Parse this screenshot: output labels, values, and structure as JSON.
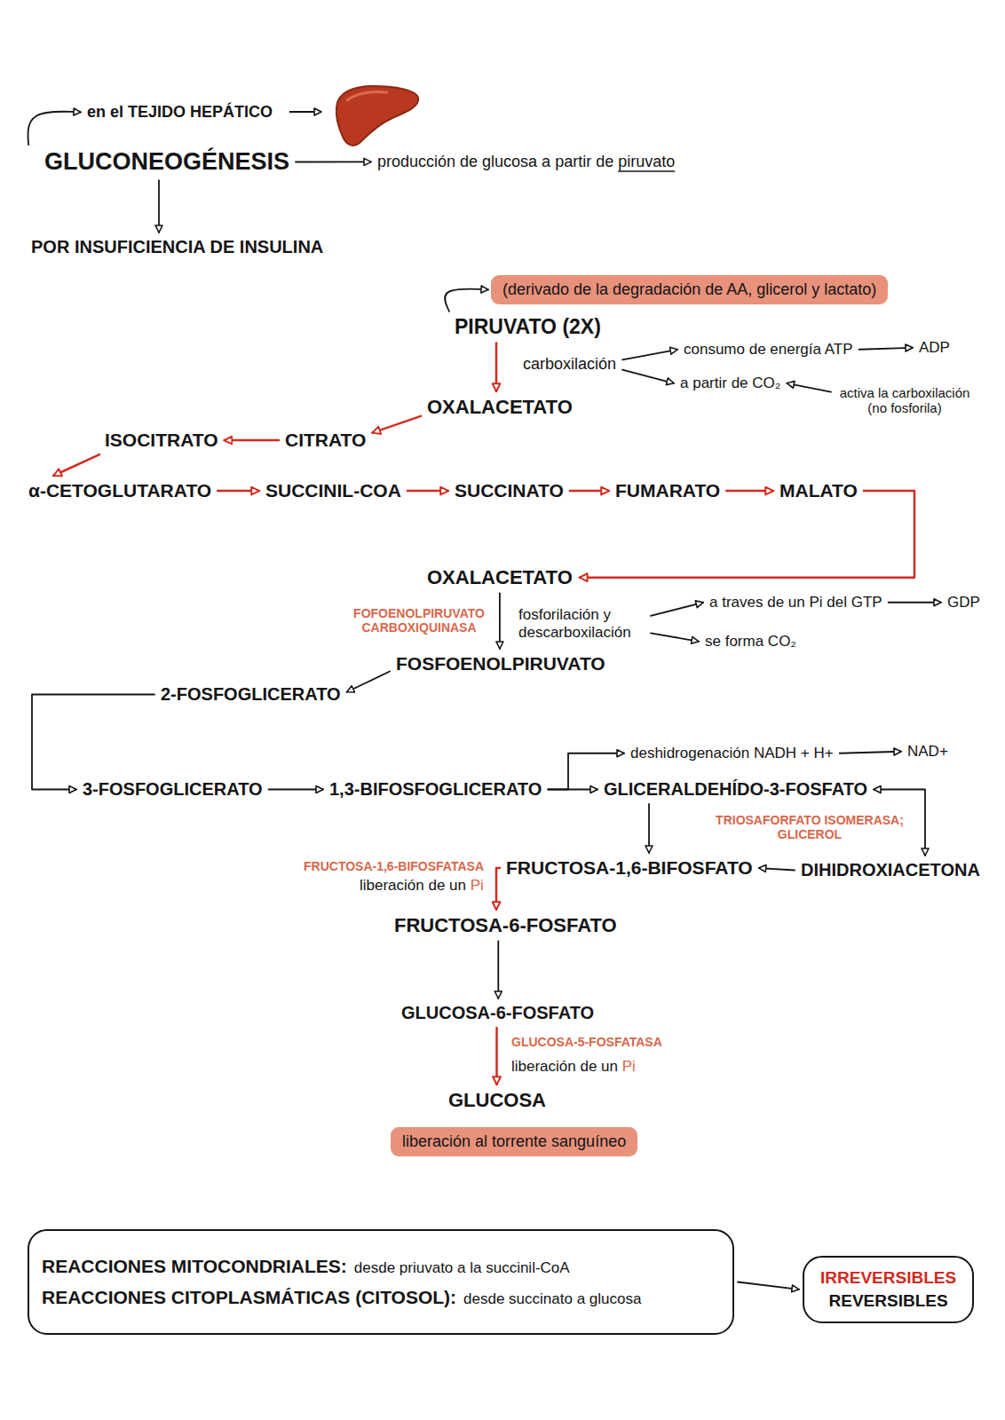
{
  "diagram": {
    "nodes": [
      {
        "text": [
          "en el TEJIDO HEPÁTICO"
        ]
      },
      {
        "text": [
          "GLUCONEOGÉNESIS"
        ]
      },
      {
        "text": [
          "producción de glucosa a partir de piruvato"
        ]
      },
      {
        "text": [
          "POR INSUFICIENCIA DE INSULINA"
        ]
      },
      {
        "text": [
          "(derivado de la degradación de AA, glicerol y lactato)"
        ]
      },
      {
        "text": [
          "PIRUVATO (2X)"
        ]
      },
      {
        "text": [
          "carboxilación"
        ]
      },
      {
        "text": [
          "consumo de energía ATP"
        ]
      },
      {
        "text": [
          "ADP"
        ]
      },
      {
        "text": [
          "a partir de CO₂"
        ]
      },
      {
        "text": [
          "activa la carboxilación (no fosforila)"
        ]
      },
      {
        "text": [
          "OXALACETATO"
        ]
      },
      {
        "text": [
          "ISOCITRATO"
        ]
      },
      {
        "text": [
          "CITRATO"
        ]
      },
      {
        "text": [
          "α-CETOGLUTARATO"
        ]
      },
      {
        "text": [
          "SUCCINIL-COA"
        ]
      },
      {
        "text": [
          "SUCCINATO"
        ]
      },
      {
        "text": [
          "FUMARATO"
        ]
      },
      {
        "text": [
          "MALATO"
        ]
      },
      {
        "text": [
          "OXALACETATO"
        ]
      },
      {
        "text": [
          "fosforilación y descarboxilación"
        ]
      },
      {
        "text": [
          "a traves de un Pi del GTP"
        ]
      },
      {
        "text": [
          "GDP"
        ]
      },
      {
        "text": [
          "se forma CO₂"
        ]
      },
      {
        "text": [
          "FOSFOENOLPIRUVATO"
        ]
      },
      {
        "text": [
          "2-FOSFOGLICERATO"
        ]
      },
      {
        "text": [
          "deshidrogenación NADH + H+"
        ]
      },
      {
        "text": [
          "NAD+"
        ]
      },
      {
        "text": [
          "3-FOSFOGLICERATO"
        ]
      },
      {
        "text": [
          "1,3-BIFOSFOGLICERATO"
        ]
      },
      {
        "text": [
          "GLICERALDEHÍDO-3-FOSFATO"
        ]
      },
      {
        "text": [
          "FRUCTOSA-1,6-BIFOSFATO"
        ]
      },
      {
        "text": [
          "DIHIDROXIACETONA"
        ]
      },
      {
        "text": [
          "FRUCTOSA-6-FOSFATO"
        ]
      },
      {
        "text": [
          "GLUCOSA-6-FOSFATO"
        ]
      },
      {
        "text": [
          "GLUCOSA"
        ]
      },
      {
        "text": [
          "liberación al torrente sanguíneo"
        ]
      },
      {
        "text": [
          "REACCIONES MITOCONDRIALES:",
          "desde priuvato a la succinil-CoA",
          "REACCIONES CITOPLASMÁTICAS (CITOSOL):",
          "desde succinato a glucosa"
        ]
      },
      {
        "text": [
          "IRREVERSIBLES",
          "REVERSIBLES"
        ]
      }
    ],
    "edges": [
      {
        "from": 1,
        "to": 0,
        "arrow": "to"
      },
      {
        "from": 1,
        "to": 2,
        "arrow": "to"
      },
      {
        "from": 1,
        "to": 3,
        "arrow": "to"
      },
      {
        "from": 5,
        "to": 4,
        "arrow": "to"
      },
      {
        "from": 5,
        "to": 11,
        "arrow": "to"
      },
      {
        "from": 6,
        "to": 7,
        "arrow": "to"
      },
      {
        "from": 6,
        "to": 9,
        "arrow": "to"
      },
      {
        "from": 7,
        "to": 8,
        "arrow": "to"
      },
      {
        "from": 10,
        "to": 9,
        "arrow": "to"
      },
      {
        "from": 11,
        "to": 13,
        "arrow": "to"
      },
      {
        "from": 13,
        "to": 12,
        "arrow": "to"
      },
      {
        "from": 12,
        "to": 14,
        "arrow": "to"
      },
      {
        "from": 14,
        "to": 15,
        "arrow": "to"
      },
      {
        "from": 15,
        "to": 16,
        "arrow": "to"
      },
      {
        "from": 16,
        "to": 17,
        "arrow": "to"
      },
      {
        "from": 17,
        "to": 18,
        "arrow": "to"
      },
      {
        "from": 18,
        "to": 19,
        "arrow": "to"
      },
      {
        "from": 19,
        "to": 24,
        "arrow": "to"
      },
      {
        "from": 20,
        "to": 21,
        "arrow": "to"
      },
      {
        "from": 20,
        "to": 23,
        "arrow": "to"
      },
      {
        "from": 21,
        "to": 22,
        "arrow": "to"
      },
      {
        "from": 24,
        "to": 25,
        "arrow": "to"
      },
      {
        "from": 25,
        "to": 28,
        "arrow": "to"
      },
      {
        "from": 28,
        "to": 29,
        "arrow": "to"
      },
      {
        "from": 29,
        "to": 30,
        "arrow": "to"
      },
      {
        "from": 29,
        "to": 26,
        "arrow": "to"
      },
      {
        "from": 26,
        "to": 27,
        "arrow": "to"
      },
      {
        "from": 30,
        "to": 32,
        "arrow": "both"
      },
      {
        "from": 30,
        "to": 31,
        "arrow": "to"
      },
      {
        "from": 32,
        "to": 31,
        "arrow": "to"
      },
      {
        "from": 31,
        "to": 33,
        "arrow": "to"
      },
      {
        "from": 33,
        "to": 34,
        "arrow": "to"
      },
      {
        "from": 34,
        "to": 35,
        "arrow": "to"
      },
      {
        "from": 37,
        "to": 38,
        "arrow": "to"
      }
    ],
    "labels": [
      "FOFOENOLPIRUVATO CARBOXIQUINASA",
      "TRIOSAFORFATO ISOMERASA; GLICEROL",
      "FRUCTOSA-1,6-BIFOSFATASA",
      "liberación de un Pi",
      "GLUCOSA-5-FOSFATASA",
      "liberación de un Pi"
    ]
  }
}
